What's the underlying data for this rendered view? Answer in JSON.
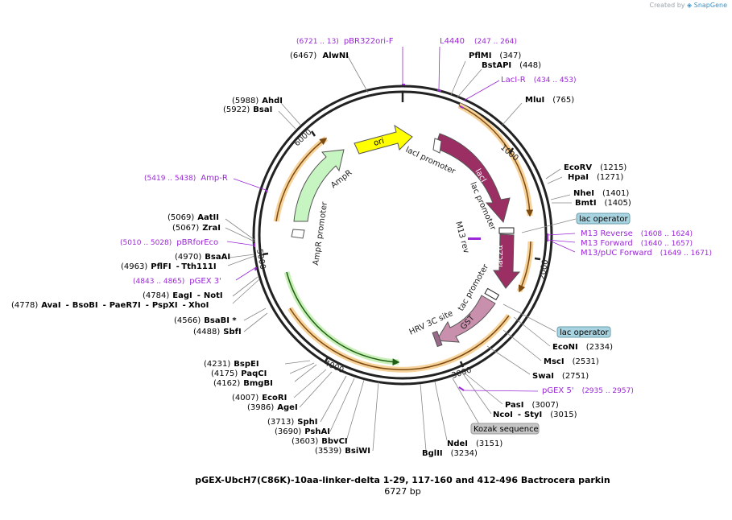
{
  "credit": {
    "prefix": "Created by",
    "brand": "SnapGene"
  },
  "plasmid": {
    "name": "pGEX-UbcH7(C86K)-10aa-linker-delta 1-29, 117-160 and 412-496 Bactrocera parkin",
    "length_label": "6727 bp",
    "length": 6727
  },
  "ticks": [
    "1000",
    "2000",
    "3000",
    "4000",
    "5000",
    "6000"
  ],
  "features": [
    {
      "label": "ori",
      "color": "#ffff00"
    },
    {
      "label": "lacI",
      "color": "#9b2f63"
    },
    {
      "label": "lacZα",
      "color": "#9b2f63"
    },
    {
      "label": "GST",
      "color": "#c990ad"
    },
    {
      "label": "AmpR",
      "color": "#c7f5c1"
    }
  ],
  "promoters": [
    "lacI promoter",
    "lac promoter",
    "tac promoter",
    "AmpR promoter"
  ],
  "inner_labels": [
    "M13 rev",
    "HRV 3C site"
  ],
  "enzymes": [
    {
      "name": "AlwNI",
      "pos": "(6467)"
    },
    {
      "name": "PflMI",
      "pos": "(347)"
    },
    {
      "name": "BstAPI",
      "pos": "(448)"
    },
    {
      "name": "MluI",
      "pos": "(765)"
    },
    {
      "name": "AhdI",
      "pos": "(5988)"
    },
    {
      "name": "BsaI",
      "pos": "(5922)"
    },
    {
      "name": "EcoRV",
      "pos": "(1215)"
    },
    {
      "name": "HpaI",
      "pos": "(1271)"
    },
    {
      "name": "NheI",
      "pos": "(1401)"
    },
    {
      "name": "BmtI",
      "pos": "(1405)"
    },
    {
      "name": "AatII",
      "pos": "(5069)"
    },
    {
      "name": "ZraI",
      "pos": "(5067)"
    },
    {
      "name": "BsaAI",
      "pos": "(4970)"
    },
    {
      "name": "PflFI",
      "pos": "(4963)"
    },
    {
      "name": "Tth111I",
      "pos": ""
    },
    {
      "name": "EagI",
      "pos": "(4784)"
    },
    {
      "name": "NotI",
      "pos": ""
    },
    {
      "name": "AvaI",
      "pos": "(4778)"
    },
    {
      "name": "BsoBI",
      "pos": ""
    },
    {
      "name": "PaeR7I",
      "pos": ""
    },
    {
      "name": "PspXI",
      "pos": ""
    },
    {
      "name": "XhoI",
      "pos": ""
    },
    {
      "name": "BsaBI *",
      "pos": "(4566)"
    },
    {
      "name": "SbfI",
      "pos": "(4488)"
    },
    {
      "name": "EcoNI",
      "pos": "(2334)"
    },
    {
      "name": "MscI",
      "pos": "(2531)"
    },
    {
      "name": "SwaI",
      "pos": "(2751)"
    },
    {
      "name": "PasI",
      "pos": "(3007)"
    },
    {
      "name": "NcoI",
      "pos": "(3015)"
    },
    {
      "name": "StyI",
      "pos": ""
    },
    {
      "name": "NdeI",
      "pos": "(3151)"
    },
    {
      "name": "BglII",
      "pos": "(3234)"
    },
    {
      "name": "BspEI",
      "pos": "(4231)"
    },
    {
      "name": "PaqCI",
      "pos": "(4175)"
    },
    {
      "name": "BmgBI",
      "pos": "(4162)"
    },
    {
      "name": "EcoRI",
      "pos": "(4007)"
    },
    {
      "name": "AgeI",
      "pos": "(3986)"
    },
    {
      "name": "SphI",
      "pos": "(3713)"
    },
    {
      "name": "PshAI",
      "pos": "(3690)"
    },
    {
      "name": "BbvCI",
      "pos": "(3603)"
    },
    {
      "name": "BsiWI",
      "pos": "(3539)"
    }
  ],
  "primers": [
    {
      "name": "pBR322ori-F",
      "range": "(6721 .. 13)"
    },
    {
      "name": "L4440",
      "range": "(247 .. 264)"
    },
    {
      "name": "LacI-R",
      "range": "(434 .. 453)"
    },
    {
      "name": "Amp-R",
      "range": "(5419 .. 5438)"
    },
    {
      "name": "pBRforEco",
      "range": "(5010 .. 5028)"
    },
    {
      "name": "pGEX 3'",
      "range": "(4843 .. 4865)"
    },
    {
      "name": "M13 Reverse",
      "range": "(1608 .. 1624)"
    },
    {
      "name": "M13 Forward",
      "range": "(1640 .. 1657)"
    },
    {
      "name": "M13/pUC Forward",
      "range": "(1649 .. 1671)"
    },
    {
      "name": "pGEX 5'",
      "range": "(2935 .. 2957)"
    }
  ],
  "boxed": [
    "lac operator",
    "lac operator",
    "Kozak sequence"
  ],
  "colors": {
    "primer": "#9a28d6",
    "enzyme": "#000000",
    "box_blue": "#a8d3e0",
    "box_gray": "#c6c6c6",
    "orf": "#f5c77a"
  }
}
